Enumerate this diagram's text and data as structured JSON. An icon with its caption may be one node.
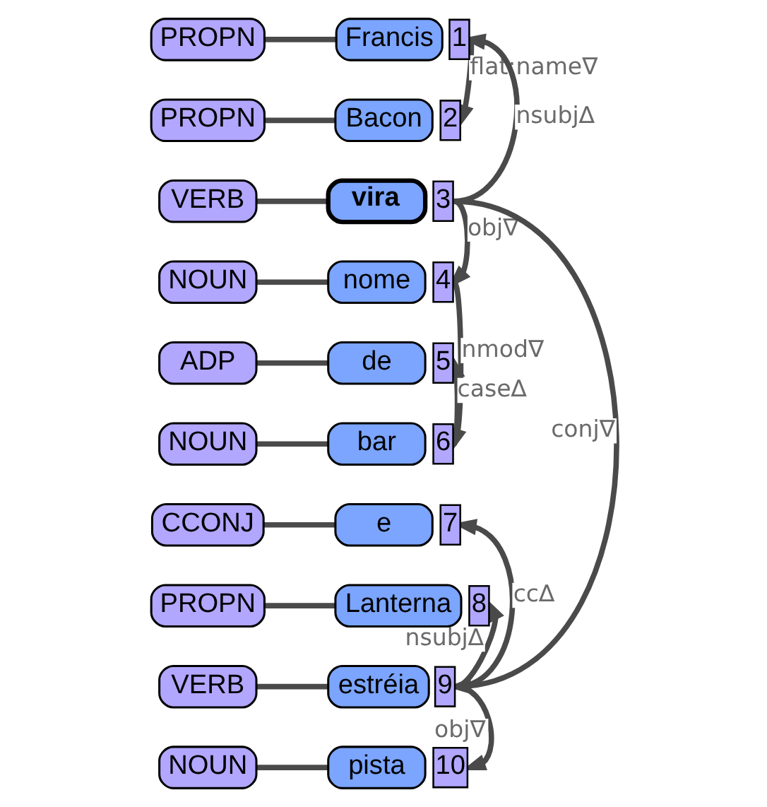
{
  "diagram": {
    "nodes": [
      {
        "text": [
          "PROPN"
        ]
      },
      {
        "text": [
          "Francis"
        ]
      },
      {
        "text": [
          "1"
        ]
      },
      {
        "text": [
          "PROPN"
        ]
      },
      {
        "text": [
          "Bacon"
        ]
      },
      {
        "text": [
          "2"
        ]
      },
      {
        "text": [
          "VERB"
        ]
      },
      {
        "text": [
          "vira"
        ]
      },
      {
        "text": [
          "3"
        ]
      },
      {
        "text": [
          "NOUN"
        ]
      },
      {
        "text": [
          "nome"
        ]
      },
      {
        "text": [
          "4"
        ]
      },
      {
        "text": [
          "ADP"
        ]
      },
      {
        "text": [
          "de"
        ]
      },
      {
        "text": [
          "5"
        ]
      },
      {
        "text": [
          "NOUN"
        ]
      },
      {
        "text": [
          "bar"
        ]
      },
      {
        "text": [
          "6"
        ]
      },
      {
        "text": [
          "CCONJ"
        ]
      },
      {
        "text": [
          "e"
        ]
      },
      {
        "text": [
          "7"
        ]
      },
      {
        "text": [
          "PROPN"
        ]
      },
      {
        "text": [
          "Lanterna"
        ]
      },
      {
        "text": [
          "8"
        ]
      },
      {
        "text": [
          "VERB"
        ]
      },
      {
        "text": [
          "estréia"
        ]
      },
      {
        "text": [
          "9"
        ]
      },
      {
        "text": [
          "NOUN"
        ]
      },
      {
        "text": [
          "pista"
        ]
      },
      {
        "text": [
          "10"
        ]
      }
    ],
    "edges": [
      {
        "from": 0,
        "to": 1,
        "arrow": "none"
      },
      {
        "from": 3,
        "to": 4,
        "arrow": "none"
      },
      {
        "from": 6,
        "to": 7,
        "arrow": "none"
      },
      {
        "from": 9,
        "to": 10,
        "arrow": "none"
      },
      {
        "from": 12,
        "to": 13,
        "arrow": "none"
      },
      {
        "from": 15,
        "to": 16,
        "arrow": "none"
      },
      {
        "from": 18,
        "to": 19,
        "arrow": "none"
      },
      {
        "from": 21,
        "to": 22,
        "arrow": "none"
      },
      {
        "from": 24,
        "to": 25,
        "arrow": "none"
      },
      {
        "from": 27,
        "to": 28,
        "arrow": "none"
      },
      {
        "from": 8,
        "to": 2,
        "arrow": "to",
        "label": "nsubj∆"
      },
      {
        "from": 2,
        "to": 5,
        "arrow": "to",
        "label": "flat:name∇"
      },
      {
        "from": 8,
        "to": 11,
        "arrow": "to",
        "label": "obj∇"
      },
      {
        "from": 11,
        "to": 17,
        "arrow": "to",
        "label": "nmod∇"
      },
      {
        "from": 17,
        "to": 14,
        "arrow": "to",
        "label": "case∆"
      },
      {
        "from": 8,
        "to": 26,
        "arrow": "to",
        "label": "conj∇"
      },
      {
        "from": 26,
        "to": 20,
        "arrow": "to",
        "label": "cc∆"
      },
      {
        "from": 26,
        "to": 23,
        "arrow": "to",
        "label": "nsubj∆"
      },
      {
        "from": 26,
        "to": 29,
        "arrow": "to",
        "label": "obj∇"
      }
    ]
  }
}
